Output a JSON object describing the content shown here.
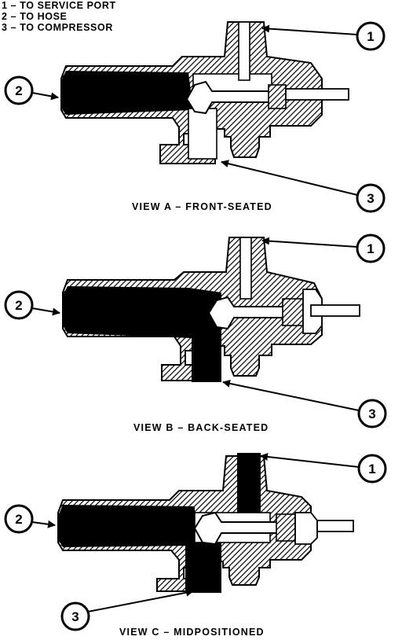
{
  "legend": [
    "1 – TO SERVICE PORT",
    "2 – TO HOSE",
    "3 – TO COMPRESSOR"
  ],
  "callouts": {
    "one": "1",
    "two": "2",
    "three": "3"
  },
  "views": {
    "a": {
      "caption": "VIEW A – FRONT-SEATED"
    },
    "b": {
      "caption": "VIEW B – BACK-SEATED"
    },
    "c": {
      "caption": "VIEW C – MIDPOSITIONED"
    }
  },
  "colors": {
    "ink": "#000000",
    "paper": "#ffffff"
  }
}
